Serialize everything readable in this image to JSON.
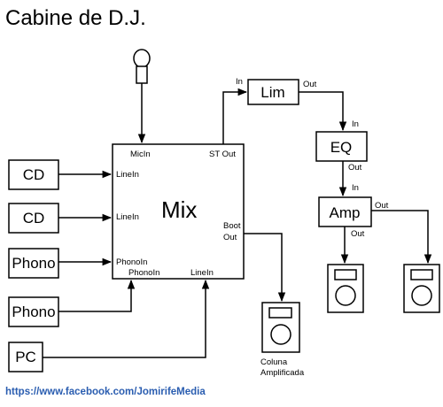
{
  "title": "Cabine de D.J.",
  "sources": {
    "cd1": "CD",
    "cd2": "CD",
    "phono1": "Phono",
    "phono2": "Phono",
    "pc": "PC"
  },
  "mixer": {
    "name": "Mix",
    "ports": {
      "micin": "MicIn",
      "stout": "ST Out",
      "linein1": "LineIn",
      "linein2": "LineIn",
      "phonoin_left": "PhonoIn",
      "phonoin_bottom": "PhonoIn",
      "linein_bottom": "LineIn",
      "boot_out_line1": "Boot",
      "boot_out_line2": "Out"
    }
  },
  "chain": {
    "lim": {
      "name": "Lim",
      "in": "In",
      "out": "Out"
    },
    "eq": {
      "name": "EQ",
      "in": "In",
      "out": "Out"
    },
    "amp": {
      "name": "Amp",
      "in": "In",
      "out_right": "Out",
      "out_down": "Out"
    }
  },
  "speaker_caption": {
    "line1": "Coluna",
    "line2": "Amplificada"
  },
  "footer": "https://www.facebook.com/JomirifeMedia"
}
